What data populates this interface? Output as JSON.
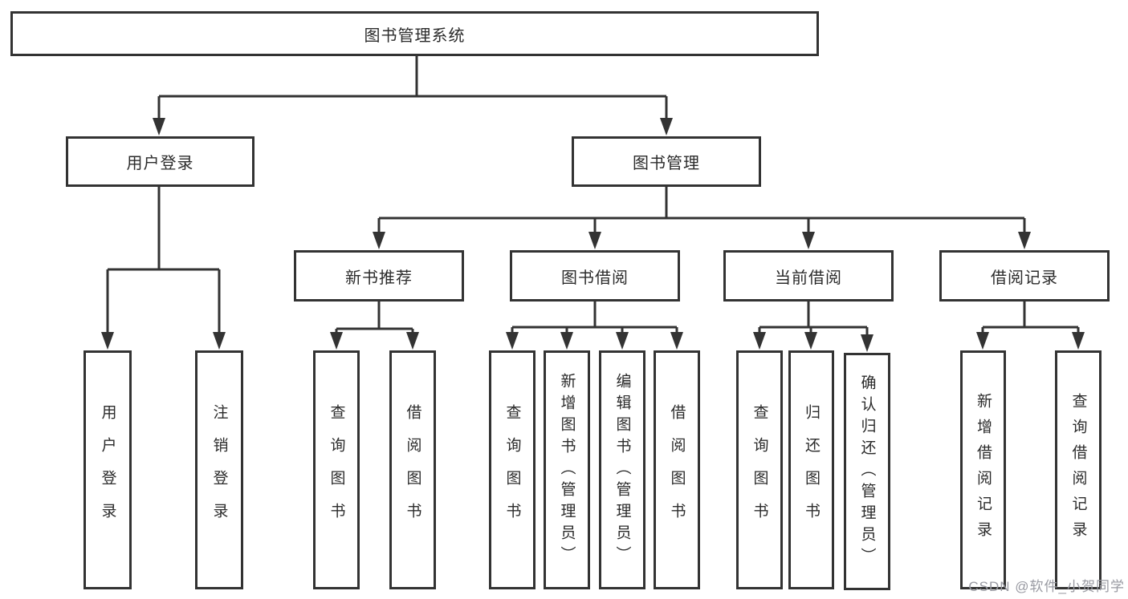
{
  "tree": {
    "root": "图书管理系统",
    "branches": [
      {
        "label": "用户登录",
        "leaves": [
          "用户登录",
          "注销登录"
        ]
      },
      {
        "label": "图书管理",
        "groups": [
          {
            "label": "新书推荐",
            "leaves": [
              "查询图书",
              "借阅图书"
            ]
          },
          {
            "label": "图书借阅",
            "leaves": [
              "查询图书",
              "新增图书（管理员）",
              "编辑图书（管理员）",
              "借阅图书"
            ]
          },
          {
            "label": "当前借阅",
            "leaves": [
              "查询图书",
              "归还图书",
              "确认归还（管理员）"
            ]
          },
          {
            "label": "借阅记录",
            "leaves": [
              "新增借阅记录",
              "查询借阅记录"
            ]
          }
        ]
      }
    ]
  },
  "watermark": {
    "text": "CSDN @软件_小贺同学"
  },
  "colors": {
    "line": "#333333",
    "box_border": "#333333",
    "box_fill": "#ffffff",
    "text": "#2b2b2b",
    "watermark": "#999aa2"
  }
}
